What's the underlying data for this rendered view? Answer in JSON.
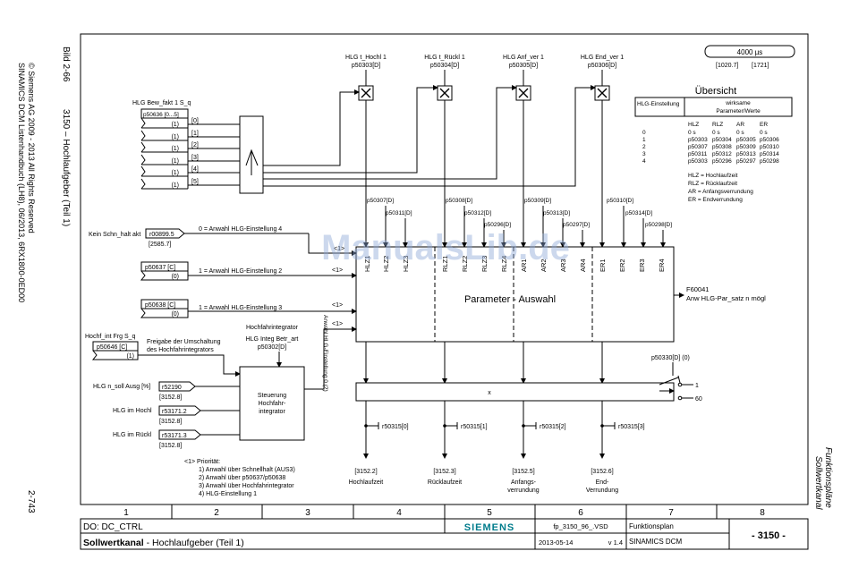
{
  "margin_left": {
    "figure_number": "Bild 2-66",
    "figure_title": "3150 – Hochlaufgeber (Teil 1)",
    "copyright": "© Siemens AG 2009 - 2013 All Rights Reserved",
    "manual": "SINAMICS DCM Listenhandbuch (LH8), 06/2013, 6RX1800-0ED00",
    "page_number": "2-743"
  },
  "margin_right": {
    "chapter": "Funktionspläne",
    "section": "Sollwertkanal"
  },
  "watermark": "ManualsLib.de",
  "header_display": {
    "value": "4000 µs",
    "ref_a": "[1020.7]",
    "ref_b": "[1721]"
  },
  "hlg_params": [
    {
      "label": "HLG t_Hochl 1",
      "param": "p50303[D]"
    },
    {
      "label": "HLG t_Rückl 1",
      "param": "p50304[D]"
    },
    {
      "label": "HLG Anf_ver 1",
      "param": "p50305[D]"
    },
    {
      "label": "HLG End_ver 1",
      "param": "p50306[D]"
    }
  ],
  "bew_fakt": {
    "label": "HLG Bew_fakt 1 S_q",
    "param": "p50636 [0...5]",
    "indices": [
      "[0]",
      "[1]",
      "[2]",
      "[3]",
      "[4]",
      "[5]"
    ],
    "values": [
      "(1)",
      "(1)",
      "(1)",
      "(1)",
      "(1)",
      "(1)"
    ]
  },
  "uebersicht": {
    "title": "Übersicht",
    "col_setting": "HLG-Einstellung",
    "col_params_1": "wirksame",
    "col_params_2": "Parameter/Werte",
    "sub_headers": [
      "HLZ",
      "RLZ",
      "AR",
      "ER"
    ],
    "rows": [
      {
        "idx": "0",
        "vals": [
          "0 s",
          "0 s",
          "0 s",
          "0 s"
        ]
      },
      {
        "idx": "1",
        "vals": [
          "p50303",
          "p50304",
          "p50305",
          "p50306"
        ]
      },
      {
        "idx": "2",
        "vals": [
          "p50307",
          "p50308",
          "p50309",
          "p50310"
        ]
      },
      {
        "idx": "3",
        "vals": [
          "p50311",
          "p50312",
          "p50313",
          "p50314"
        ]
      },
      {
        "idx": "4",
        "vals": [
          "p50303",
          "p50296",
          "p50297",
          "p50298"
        ]
      }
    ],
    "legend": [
      "HLZ = Hochlaufzeit",
      "RLZ = Rücklaufzeit",
      "AR = Anfangsverrundung",
      "ER = Endverrundung"
    ]
  },
  "inputs": {
    "schn_halt_label": "Kein Schn_halt akt",
    "schn_halt_param": "r00899.5",
    "schn_halt_ref": "[2585.7]",
    "schn_halt_text": "0 = Anwahl HLG-Einstellung 4",
    "p50637": "p50637 [C]",
    "p50637_val": "(0)",
    "p50637_text": "1 = Anwahl HLG-Einstellung 2",
    "p50638": "p50638 [C]",
    "p50638_val": "(0)",
    "p50638_text": "1 = Anwahl HLG-Einstellung 3",
    "prio_mark": "<1>",
    "vertical_text": "Anwahl HLG-Einstellung 0 (2)"
  },
  "param_block": {
    "top_params": [
      "p50307[D]",
      "p50311[D]",
      "p50308[D]",
      "p50312[D]",
      "p50296[D]",
      "p50309[D]",
      "p50313[D]",
      "p50297[D]",
      "p50310[D]",
      "p50314[D]",
      "p50298[D]"
    ],
    "cols": [
      "HLZ1",
      "HLZ2",
      "HLZ3",
      "RLZ1",
      "RLZ2",
      "RLZ3",
      "RLZ4",
      "AR1",
      "AR2",
      "AR3",
      "AR4",
      "ER1",
      "ER2",
      "ER3",
      "ER4"
    ],
    "title": "Parameter - Auswahl",
    "fault": "F60041",
    "fault_text": "Anw HLG-Par_satz n mögl"
  },
  "freigabe": {
    "label": "Hochf_int Frg S_q",
    "param": "p50646 [C]",
    "val": "(1)",
    "text1": "Freigabe der Umschaltung",
    "text2": "des Hochfahrintegrators"
  },
  "steuerung": {
    "above1": "Hochfahrintegrator",
    "above2": "HLG Integ Betr_art",
    "above3": "p50302[D]",
    "line1": "Steuerung",
    "line2": "Hochfahr-",
    "line3": "integrator"
  },
  "left_outputs": [
    {
      "label": "HLG n_soll Ausg [%]",
      "param": "r52190",
      "ref": "[3152.8]"
    },
    {
      "label": "HLG im Hochl",
      "param": "r53171.2",
      "ref": "[3152.8]"
    },
    {
      "label": "HLG im Rückl",
      "param": "r53171.3",
      "ref": "[3152.8]"
    }
  ],
  "priority": {
    "title": "<1> Priorität:",
    "items": [
      "1) Anwahl über Schnellhalt (AUS3)",
      "2) Anwahl über p50637/p50638",
      "3) Anwahl über Hochfahrintegrator",
      "4) HLG-Einstellung 1"
    ]
  },
  "switch": {
    "param": "p50330[D] (0)",
    "opt1": "1",
    "opt2": "60"
  },
  "mult_label": "x",
  "outputs": [
    {
      "param": "r50315[0]",
      "ref": "[3152.2]",
      "label1": "Hochlaufzeit",
      "label2": ""
    },
    {
      "param": "r50315[1]",
      "ref": "[3152.3]",
      "label1": "Rücklaufzeit",
      "label2": ""
    },
    {
      "param": "r50315[2]",
      "ref": "[3152.5]",
      "label1": "Anfangs-",
      "label2": "verrundung"
    },
    {
      "param": "r50315[3]",
      "ref": "[3152.6]",
      "label1": "End-",
      "label2": "Verrundung"
    }
  ],
  "footer": {
    "cols": [
      "1",
      "2",
      "3",
      "4",
      "5",
      "6",
      "7",
      "8"
    ],
    "do_label": "DO: DC_CTRL",
    "brand": "SIEMENS",
    "file": "fp_3150_96_.VSD",
    "type": "Funktionsplan",
    "title_bold": "Sollwertkanal",
    "title_rest": " - Hochlaufgeber (Teil 1)",
    "date": "2013-05-14",
    "version": "v 1.4",
    "product": "SINAMICS DCM",
    "sheet": "- 3150 -"
  }
}
